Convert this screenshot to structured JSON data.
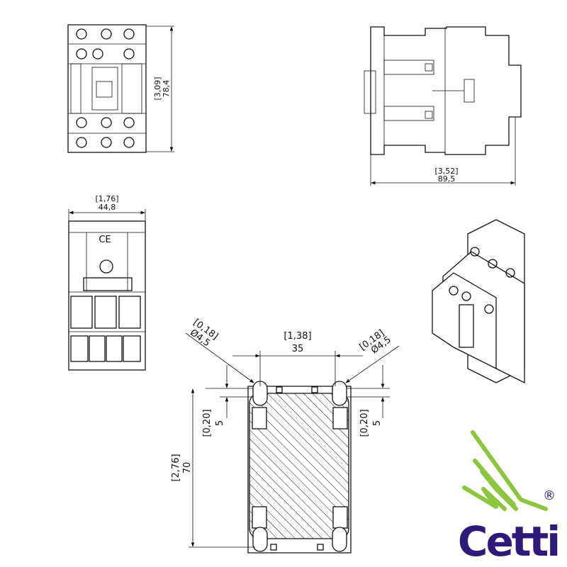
{
  "front_view": {
    "height_in": "[3,09]",
    "height_mm": "78,4"
  },
  "side_view": {
    "depth_in": "[3,52]",
    "depth_mm": "89,5"
  },
  "bottom_view": {
    "width_in": "[1,76]",
    "width_mm": "44,8",
    "mark": "CE"
  },
  "mounting_plate": {
    "hole_left_in": "[0,18]",
    "hole_left_mm": "Ø4,5",
    "hole_right_in": "[0,18]",
    "hole_right_mm": "Ø4,5",
    "spacing_in": "[1,38]",
    "spacing_mm": "35",
    "offset_left_in": "[0,20]",
    "offset_left_mm": "5",
    "offset_right_in": "[0,20]",
    "offset_right_mm": "5",
    "height_in": "[2,76]",
    "height_mm": "70"
  },
  "logo": {
    "name": "Cetti",
    "registered": "®",
    "green": "#8cc63f",
    "purple": "#2e1a7a"
  }
}
